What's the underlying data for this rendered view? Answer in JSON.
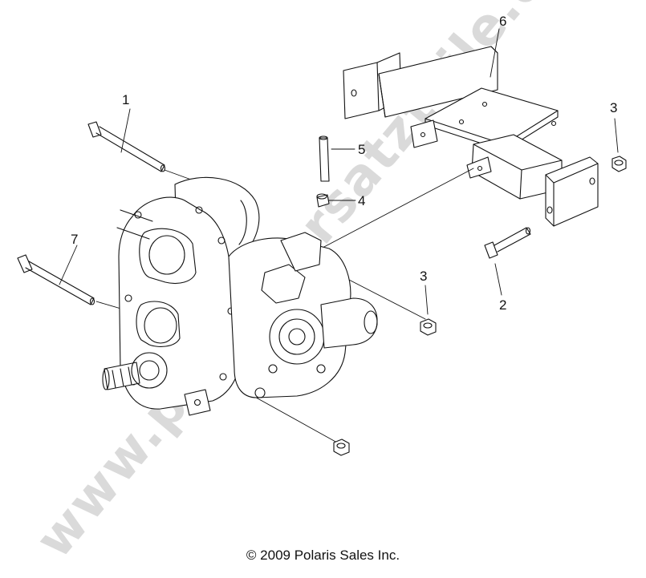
{
  "diagram": {
    "callouts": [
      {
        "id": "1",
        "label": "1"
      },
      {
        "id": "2",
        "label": "2"
      },
      {
        "id": "3a",
        "label": "3"
      },
      {
        "id": "3b",
        "label": "3"
      },
      {
        "id": "4",
        "label": "4"
      },
      {
        "id": "5",
        "label": "5"
      },
      {
        "id": "6",
        "label": "6"
      },
      {
        "id": "7",
        "label": "7"
      }
    ],
    "copyright": "© 2009 Polaris Sales Inc.",
    "watermark": "www.polarisersatzteile.de",
    "colors": {
      "line": "#111111",
      "watermark": "#bdbdbd",
      "background": "#ffffff"
    }
  }
}
